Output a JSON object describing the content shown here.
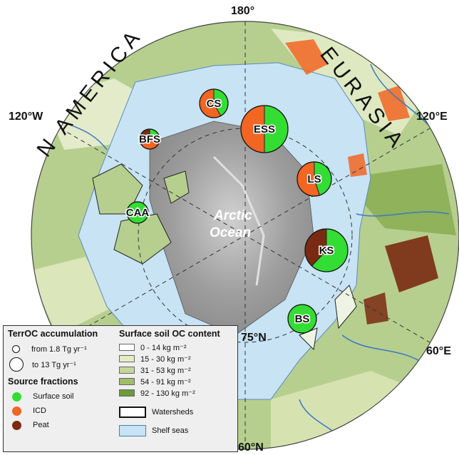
{
  "map": {
    "coord_labels": {
      "top": "180°",
      "left": "120°W",
      "right": "120°E",
      "right_lower": "60°E",
      "bottom": "60°N",
      "parallel": "75°N"
    },
    "continents": {
      "america": "N AMERICA",
      "eurasia": "EURASIA"
    },
    "ocean_label": [
      "Arctic",
      "Ocean"
    ],
    "seas": [
      {
        "code": "CS",
        "fractions": {
          "surface_soil": 0.42,
          "icd": 0.58,
          "peat": 0.0
        }
      },
      {
        "code": "ESS",
        "fractions": {
          "surface_soil": 0.5,
          "icd": 0.5,
          "peat": 0.0
        }
      },
      {
        "code": "BFS",
        "fractions": {
          "surface_soil": 0.3,
          "icd": 0.45,
          "peat": 0.25
        }
      },
      {
        "code": "LS",
        "fractions": {
          "surface_soil": 0.45,
          "icd": 0.55,
          "peat": 0.0
        }
      },
      {
        "code": "CAA",
        "fractions": {
          "surface_soil": 1.0,
          "icd": 0.0,
          "peat": 0.0
        }
      },
      {
        "code": "KS",
        "fractions": {
          "surface_soil": 0.62,
          "icd": 0.0,
          "peat": 0.38
        }
      },
      {
        "code": "BS",
        "fractions": {
          "surface_soil": 1.0,
          "icd": 0.0,
          "peat": 0.0
        }
      }
    ]
  },
  "legend": {
    "accumulation": {
      "title": "TerrOC accumulation",
      "min_label": "from 1.8 Tg yr⁻¹",
      "max_label": "to 13 Tg yr⁻¹"
    },
    "source_fractions": {
      "title": "Source fractions",
      "items": [
        {
          "label": "Surface soil",
          "color": "#33dd33"
        },
        {
          "label": "ICD",
          "color": "#f26522"
        },
        {
          "label": "Peat",
          "color": "#7a2a12"
        }
      ]
    },
    "soil_oc": {
      "title": "Surface soil OC content",
      "classes": [
        {
          "label": "0 - 14 kg m⁻²",
          "color": "#ffffff"
        },
        {
          "label": "15 - 30 kg m⁻²",
          "color": "#e5ecc4"
        },
        {
          "label": "31 - 53 kg m⁻²",
          "color": "#c5d69a"
        },
        {
          "label": "54 - 91 kg m⁻²",
          "color": "#9fbd6a"
        },
        {
          "label": "92 - 130 kg m⁻²",
          "color": "#6e9a3a"
        }
      ]
    },
    "watersheds_label": "Watersheds",
    "shelf_label": "Shelf seas",
    "shelf_color": "#c7e3f4"
  }
}
